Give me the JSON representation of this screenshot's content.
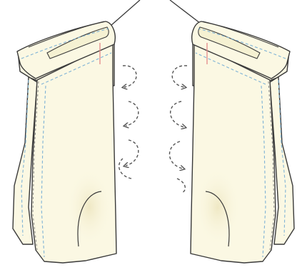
{
  "colors": {
    "background": "#ffffff",
    "fabric": "#fbf8e3",
    "fabric_inner": "#f5f1d2",
    "fabric_shadow": "#e9e3bf",
    "outline": "#3a3a3a",
    "stitch_blue": "#7fb3d6",
    "stitch_grey": "#8a8a8a",
    "mark_red": "#e58a8a",
    "arrow": "#555555"
  },
  "icons": {
    "left_piece": "rolled-sleeve-piece",
    "right_piece": "rolled-sleeve-piece-mirrored",
    "left_arrows": "curved-arrows-rotate-left",
    "right_arrows": "curved-arrows-rotate-right"
  }
}
